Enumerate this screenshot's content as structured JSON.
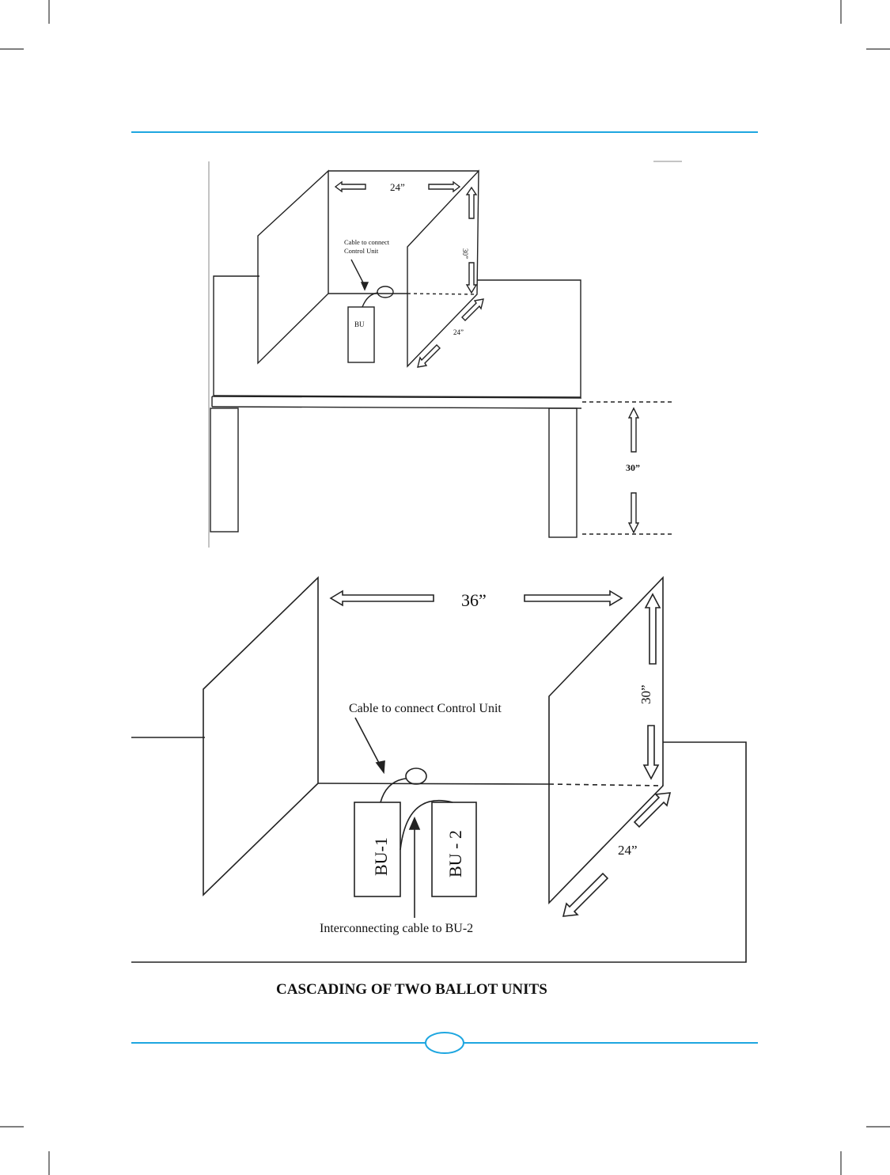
{
  "colors": {
    "rule": "#1ea6e0",
    "ink": "#222222",
    "crop_marks": "#333333"
  },
  "top_diagram": {
    "width_label": "24”",
    "panel_height_label": "30”",
    "depth_label": "24”",
    "table_height_label": "30”",
    "cable_label_line1": "Cable to connect",
    "cable_label_line2": "Control Unit",
    "unit_label": "BU"
  },
  "bottom_diagram": {
    "width_label": "36”",
    "panel_height_label": "30”",
    "depth_label": "24”",
    "cable_label": "Cable to connect Control Unit",
    "unit1_label": "BU-1",
    "unit2_label": "BU - 2",
    "interconnect_label": "Interconnecting cable to BU-2",
    "caption": "CASCADING OF TWO BALLOT UNITS"
  }
}
